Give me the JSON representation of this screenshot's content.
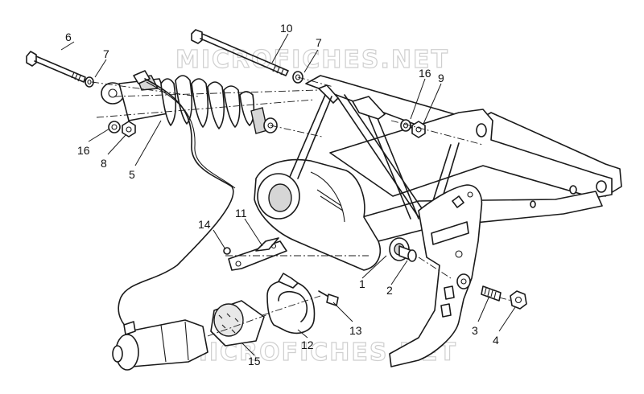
{
  "watermark": {
    "text": "MICROFICHES.NET"
  },
  "callouts": {
    "c1": "1",
    "c2": "2",
    "c3": "3",
    "c4": "4",
    "c5": "5",
    "c6": "6",
    "c7a": "7",
    "c7b": "7",
    "c8": "8",
    "c9": "9",
    "c10": "10",
    "c11": "11",
    "c12": "12",
    "c13": "13",
    "c14": "14",
    "c15": "15",
    "c16a": "16",
    "c16b": "16"
  },
  "colors": {
    "line": "#1a1a1a",
    "watermark": "#cfcfcf",
    "background": "#ffffff"
  }
}
